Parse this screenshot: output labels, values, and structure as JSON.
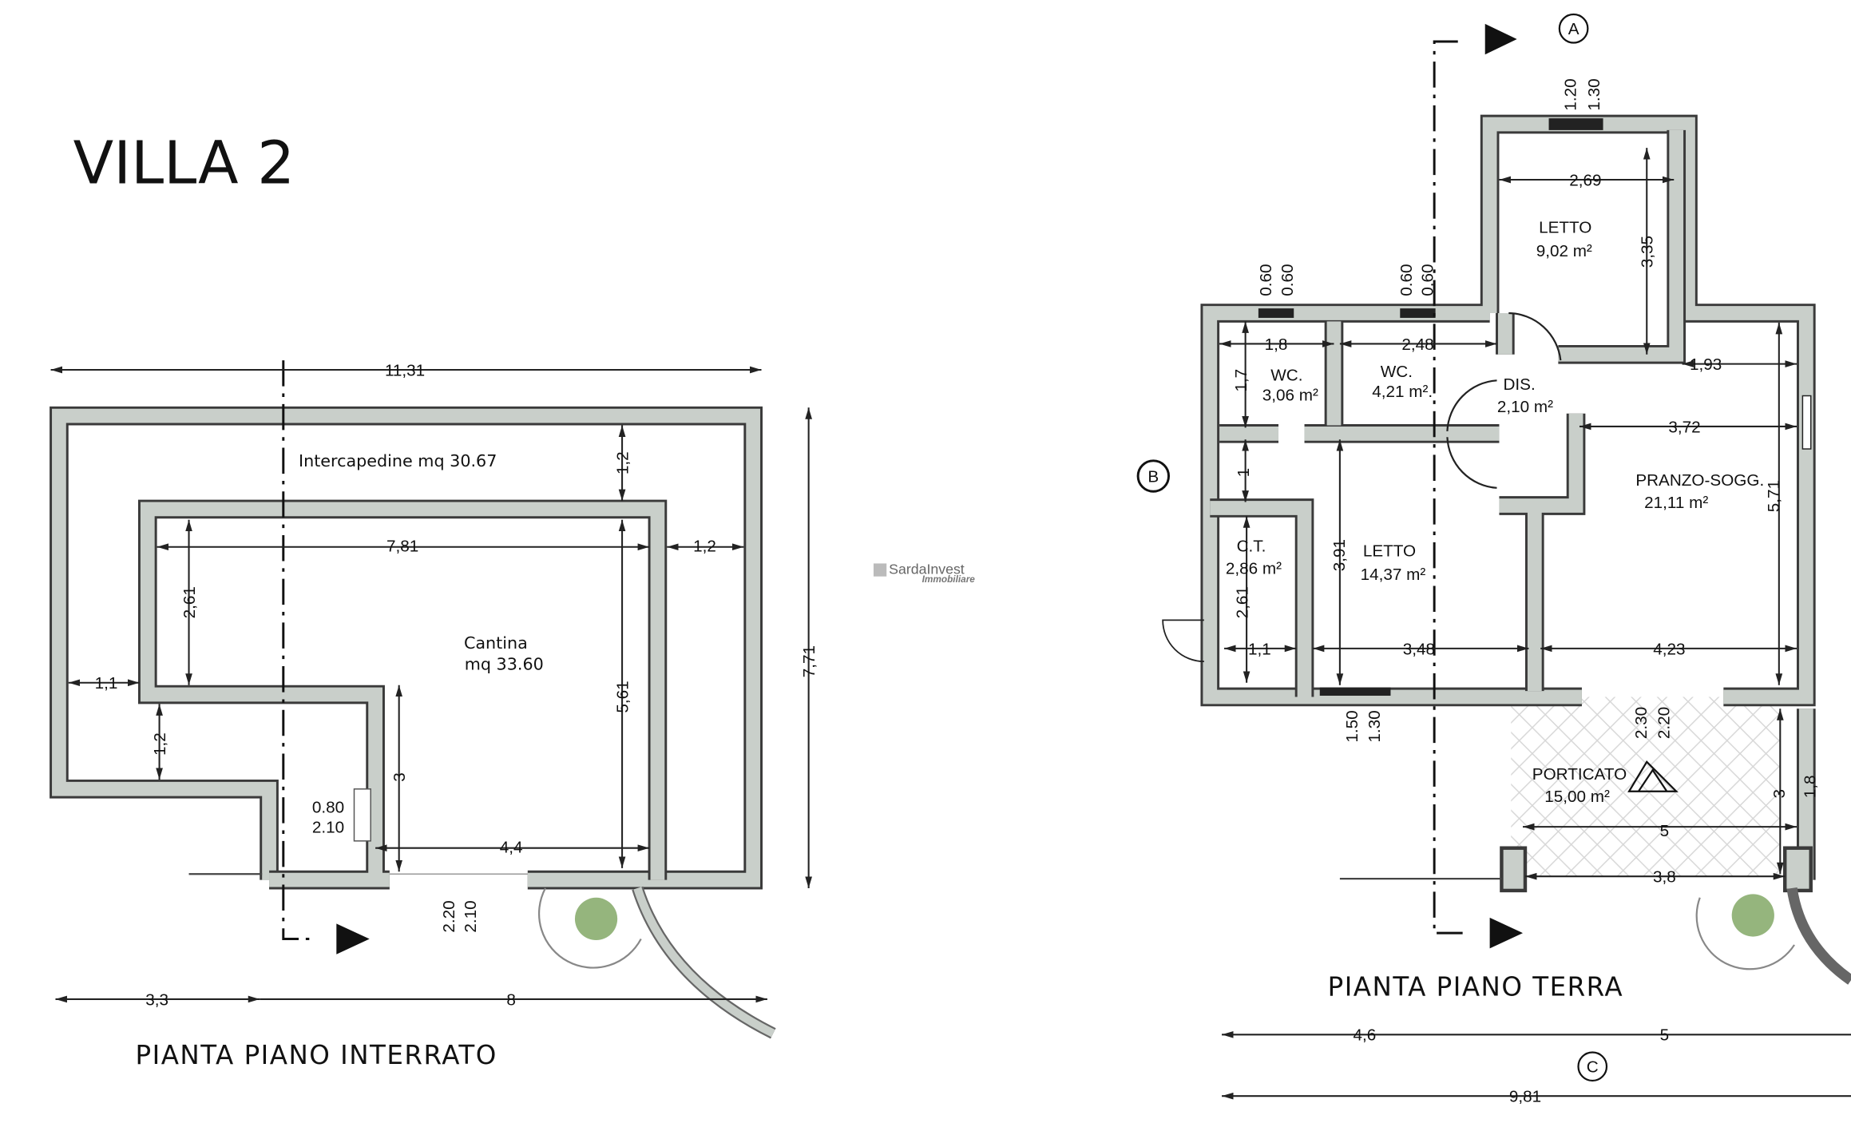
{
  "title": "VILLA 2",
  "basement": {
    "plan_title": "PIANTA PIANO INTERRATO",
    "rooms": [
      {
        "name": "Intercapedine mq 30.67"
      },
      {
        "name": "Cantina",
        "area": "mq 33.60"
      }
    ],
    "dims": [
      "11,31",
      "1,2",
      "7,81",
      "1,2",
      "2,61",
      "5,61",
      "7,71",
      "1,1",
      "1,2",
      "3",
      "0.80",
      "2.10",
      "4,4",
      "2.20",
      "2.10",
      "3,3",
      "8"
    ]
  },
  "ground": {
    "plan_title": "PIANTA PIANO TERRA",
    "section_labels": [
      "A",
      "B",
      "C"
    ],
    "rooms": [
      {
        "name": "LETTO",
        "area": "9,02  m²"
      },
      {
        "name": "WC.",
        "area": "3,06 m²"
      },
      {
        "name": "WC.",
        "area": "4,21 m²."
      },
      {
        "name": "DIS.",
        "area": "2,10 m²"
      },
      {
        "name": "PRANZO-SOGG.",
        "area": "21,11 m²"
      },
      {
        "name": "C.T.",
        "area": "2,86 m²"
      },
      {
        "name": "LETTO",
        "area": "14,37  m²"
      },
      {
        "name": "PORTICATO",
        "area": "15,00 m²"
      }
    ],
    "dims": [
      "1.20",
      "1.30",
      "2,69",
      "3,35",
      "0.60",
      "0.60",
      "0.60",
      "0.60",
      "1,8",
      "2,48",
      "1,93",
      "1,7",
      "3,72",
      "1",
      "5,71",
      "3,91",
      "2,61",
      "1,1",
      "3,48",
      "4,23",
      "1.50",
      "1.30",
      "2.30",
      "2.20",
      "3",
      "1,8",
      "5",
      "3,8",
      "4,6",
      "5",
      "9,81"
    ]
  },
  "watermark": {
    "brand": "SardaInvest",
    "sub": "Immobiliare"
  },
  "colors": {
    "wall_fill": "#c9cfca",
    "wall_edge": "#3a3a3a"
  }
}
